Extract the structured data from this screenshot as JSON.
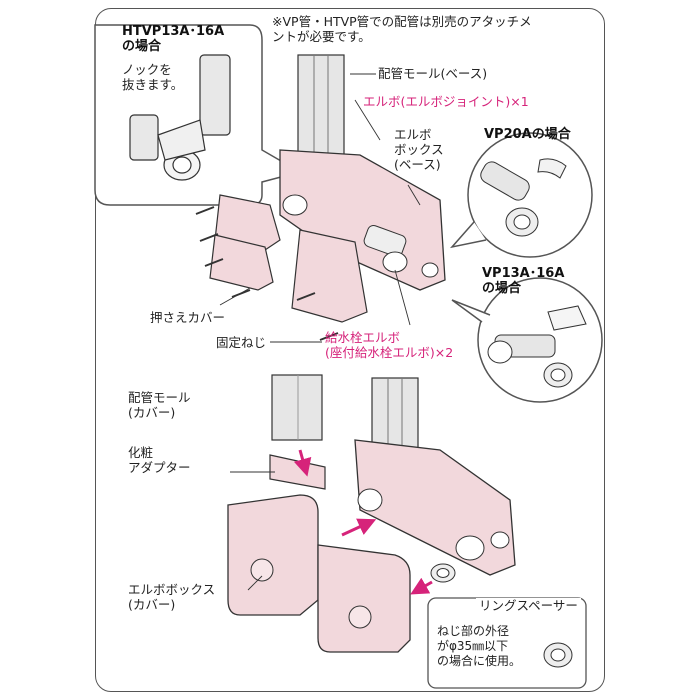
{
  "colors": {
    "part_fill": "#f2d8dc",
    "part_stroke": "#333333",
    "accent": "#d6237a",
    "pipe_fill": "#e6e6e6"
  },
  "labels": {
    "htvp_title": "HTVP13A･16A\nの場合",
    "knock": "ノックを\n抜きます。",
    "note": "※VP管・HTVP管での配管は別売のアタッチメ\nントが必要です。",
    "mall_base": "配管モール(ベース)",
    "elbo_joint": "エルボ(エルボジョイント)×1",
    "elbo_box_base": "エルボ\nボックス\n(ベース)",
    "vp20a": "VP20Aの場合",
    "vp13a": "VP13A･16A\nの場合",
    "osae_cover": "押さえカバー",
    "kotei_neji": "固定ねじ",
    "kyusui_elbo": "給水栓エルボ\n(座付給水栓エルボ)×2",
    "mall_cover": "配管モール\n(カバー)",
    "kesho_adapter": "化粧\nアダプター",
    "elbo_box_cover": "エルボボックス\n(カバー)",
    "ring_spacer": "リングスペーサー",
    "ring_note": "ねじ部の外径\nがφ35㎜以下\nの場合に使用。"
  },
  "icons": {
    "move_arrow": "arrow-icon",
    "screw": "screw-icon"
  }
}
